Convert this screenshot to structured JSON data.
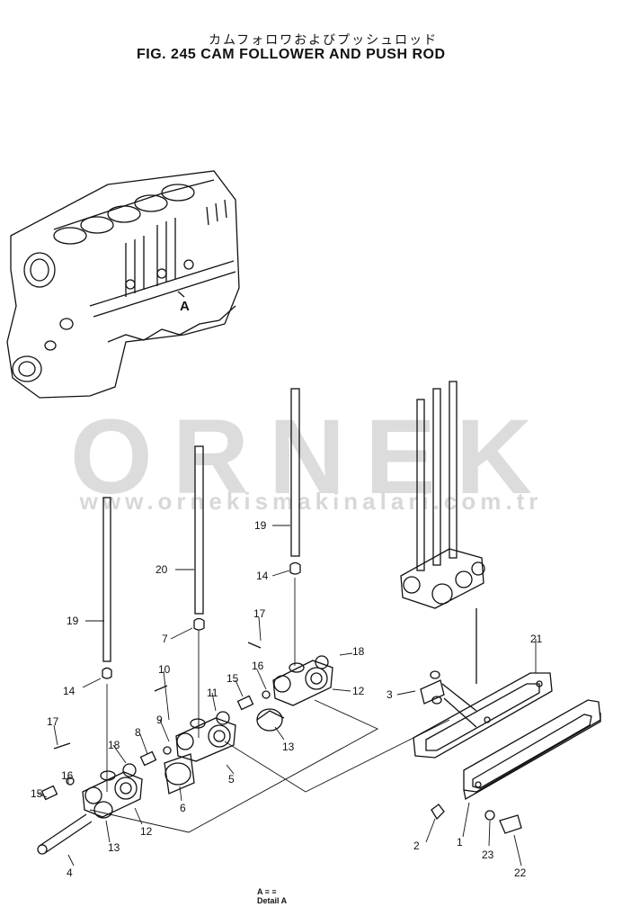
{
  "title_jp": "カムフォロワおよびプッシュロッド",
  "title_en": "FIG. 245  CAM FOLLOWER AND PUSH ROD",
  "watermark": {
    "brand": "ORNEK",
    "url": "www.ornekismakinalari.com.tr"
  },
  "callout_main": "A",
  "detail_note": {
    "line1": "A  ≡  ≡",
    "line2": "Detail  A"
  },
  "labels": [
    "19",
    "20",
    "19",
    "14",
    "7",
    "17",
    "18",
    "14",
    "10",
    "16",
    "12",
    "15",
    "11",
    "17",
    "9",
    "3",
    "21",
    "8",
    "18",
    "5",
    "13",
    "16",
    "6",
    "15",
    "12",
    "13",
    "2",
    "1",
    "23",
    "4",
    "22"
  ]
}
